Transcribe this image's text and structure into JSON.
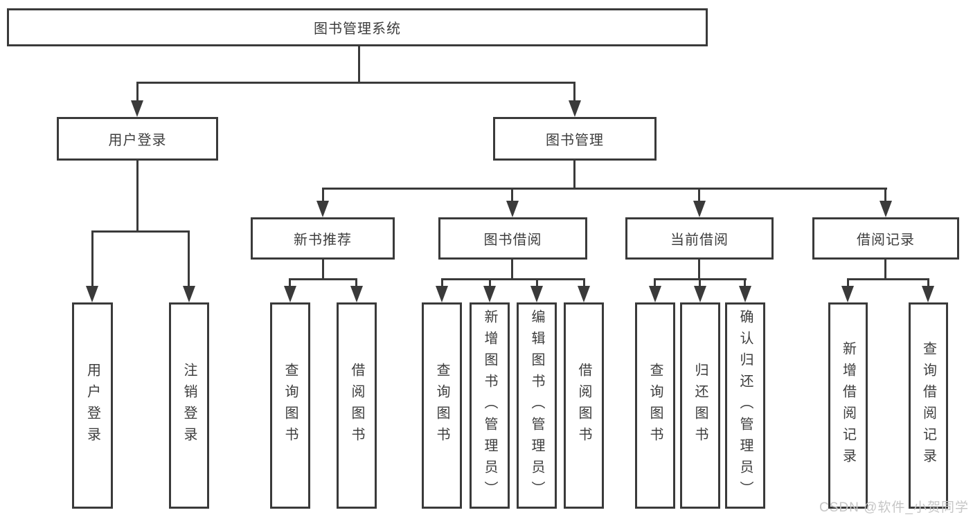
{
  "nodes": {
    "root": "图书管理系统",
    "user_login": "用户登录",
    "book_management": "图书管理",
    "new_book_recommend": "新书推荐",
    "book_borrowing": "图书借阅",
    "current_borrowing": "当前借阅",
    "borrowing_records": "借阅记录",
    "leaf_user_login": "用户登录",
    "leaf_logout_login": "注销登录",
    "leaf_query_books_recommend": "查询图书",
    "leaf_borrow_books_recommend": "借阅图书",
    "leaf_query_books_borrowing": "查询图书",
    "leaf_add_books_admin": "新增图书（管理员）",
    "leaf_edit_books_admin": "编辑图书（管理员）",
    "leaf_borrow_books_borrowing": "借阅图书",
    "leaf_query_books_current": "查询图书",
    "leaf_return_books": "归还图书",
    "leaf_confirm_return_admin": "确认归还（管理员）",
    "leaf_add_borrow_record": "新增借阅记录",
    "leaf_query_borrow_record": "查询借阅记录"
  },
  "watermark": "CSDN @软件_小贺同学",
  "colors": {
    "line": "#3a3a3a",
    "text": "#3d3d3d",
    "watermark": "#c6c6c6",
    "background": "#ffffff"
  }
}
